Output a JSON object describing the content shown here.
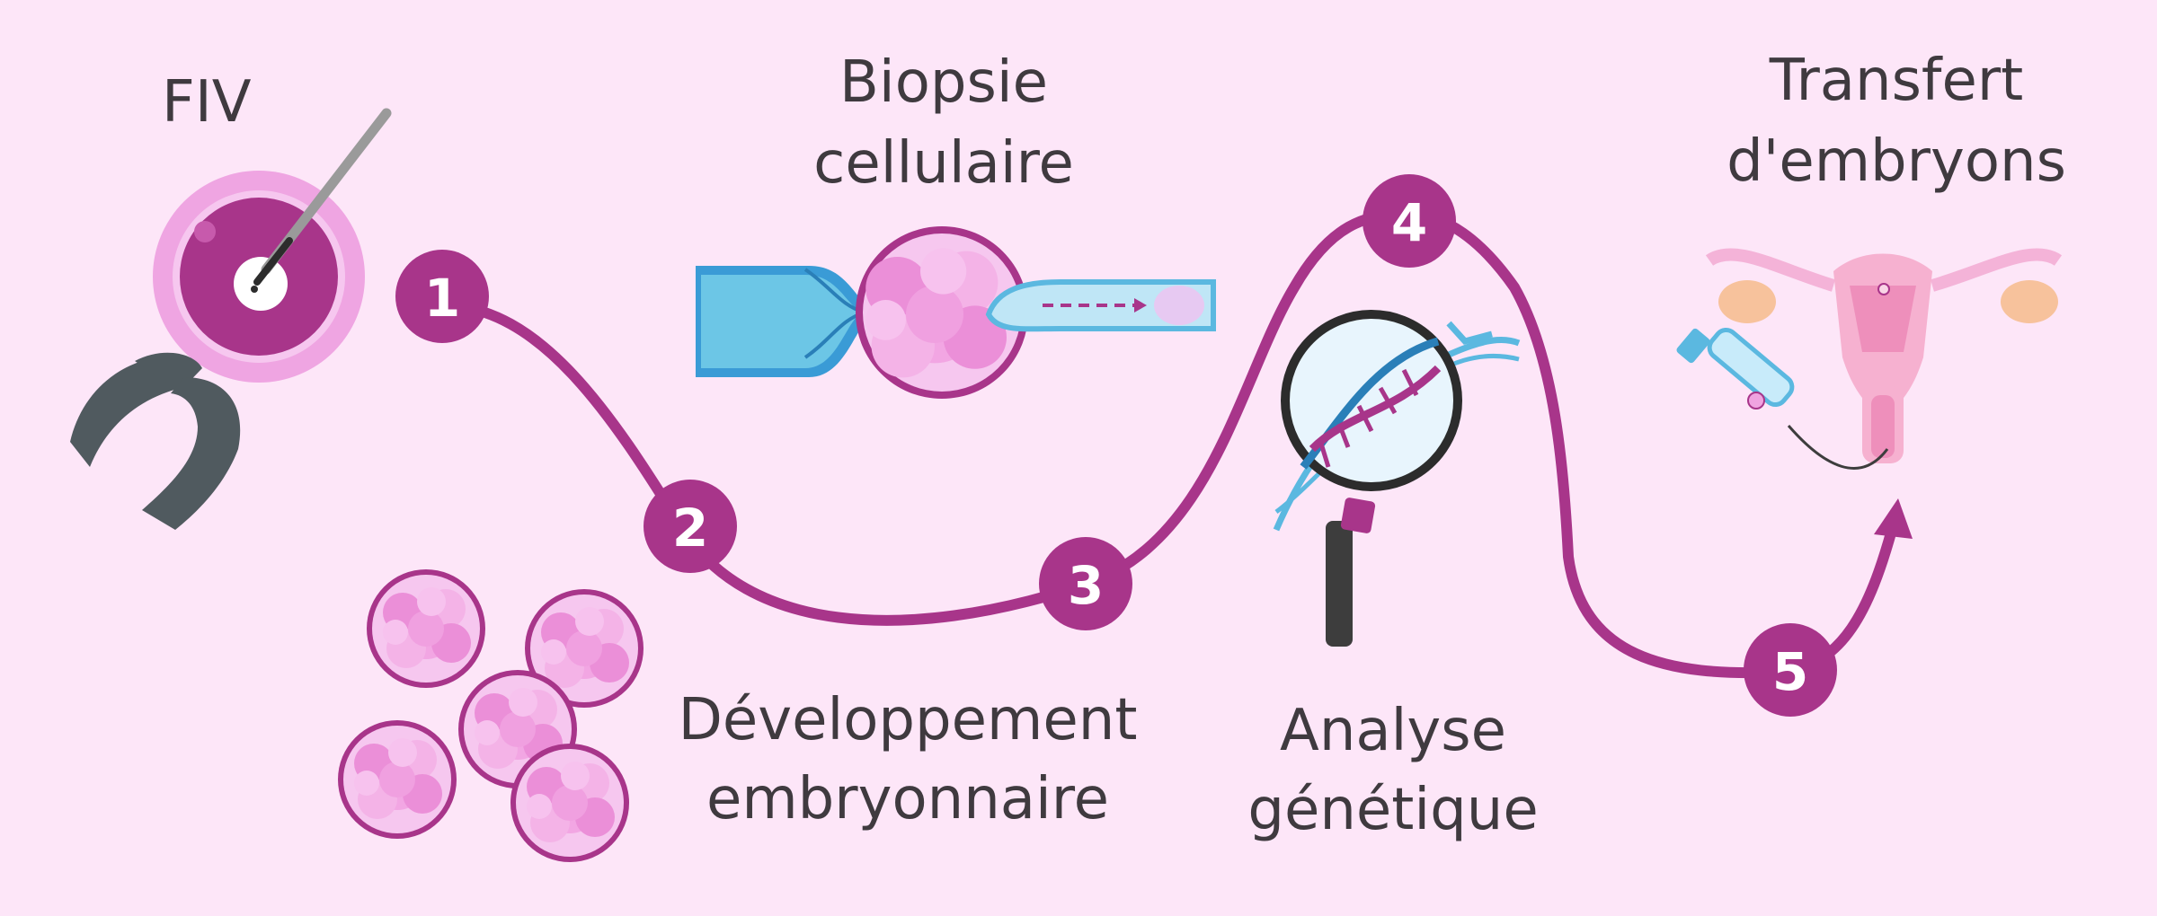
{
  "labels": {
    "fiv": "FIV",
    "biopsie_line1": "Biopsie",
    "biopsie_line2": "cellulaire",
    "transfert_line1": "Transfert",
    "transfert_line2": "d'embryons",
    "developpement_line1": "Développement",
    "developpement_line2": "embryonnaire",
    "analyse_line1": "Analyse",
    "analyse_line2": "génétique"
  },
  "steps": [
    "1",
    "2",
    "3",
    "4",
    "5"
  ],
  "colors": {
    "background": "#fde6f8",
    "path": "#a8358a",
    "step_circle": "#a8358a",
    "embryo": "#f0a3e0",
    "pipette": "#5bb8e0",
    "forceps": "#505a5f"
  },
  "icons": [
    "ivf-egg-icon",
    "forceps-icon",
    "embryo-cluster-icon",
    "biopsy-pipette-icon",
    "magnifier-dna-icon",
    "uterus-syringe-icon"
  ]
}
